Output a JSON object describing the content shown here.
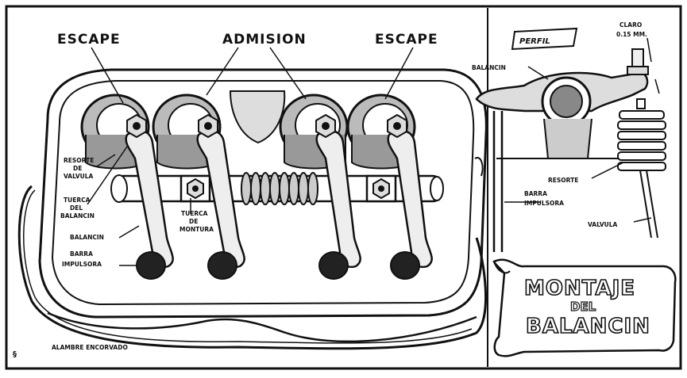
{
  "labels": {
    "escape_left": "ESCAPE",
    "admision": "ADMISION",
    "escape_right": "ESCAPE",
    "perfil": "PERFIL",
    "claro_line1": "CLARO",
    "claro_line2": "0.15 MM.",
    "balancin_profile": "BALANCIN",
    "resorte_profile": "RESORTE",
    "barra_profile_1": "BARRA",
    "barra_profile_2": "IMPULSORA",
    "valvula_profile": "VALVULA",
    "resorte_valvula_1": "RESORTE",
    "resorte_valvula_2": "DE",
    "resorte_valvula_3": "VALVULA",
    "tuerca_balancin_1": "TUERCA",
    "tuerca_balancin_2": "DEL",
    "tuerca_balancin_3": "BALANCIN",
    "balancin_main": "BALANCIN",
    "tuerca_montura_1": "TUERCA",
    "tuerca_montura_2": "DE",
    "tuerca_montura_3": "MONTURA",
    "barra_main_1": "BARRA",
    "barra_main_2": "IMPULSORA",
    "alambre": "ALAMBRE ENCORVADO",
    "corner_mark": "§"
  },
  "title": {
    "line1": "MONTAJE",
    "line2": "DEL",
    "line3": "BALANCIN"
  }
}
